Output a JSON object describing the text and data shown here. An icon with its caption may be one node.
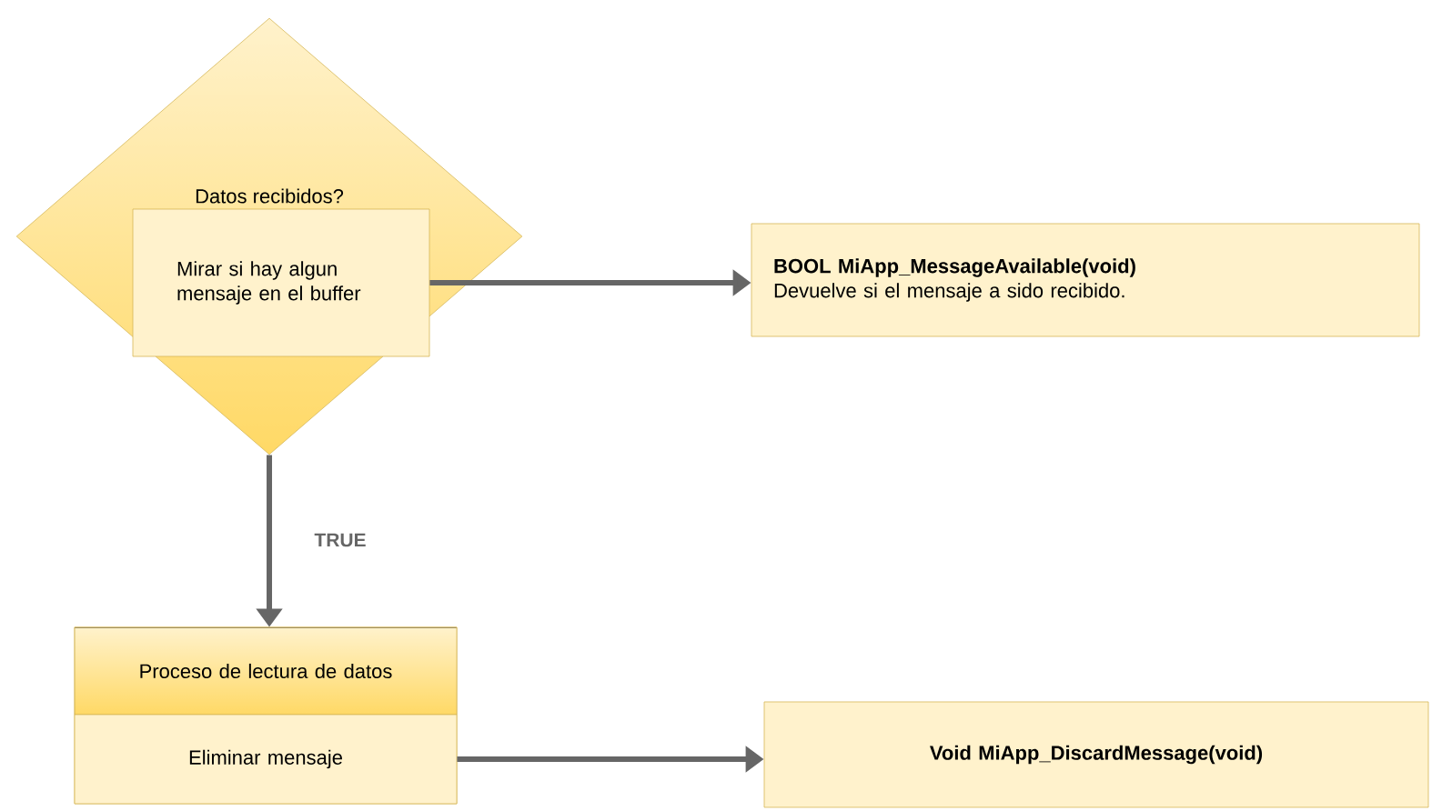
{
  "diagram": {
    "nodes": [
      {
        "text": [
          "Datos recibidos?"
        ]
      },
      {
        "text": [
          "Mirar si hay algun mensaje en el buffer"
        ],
        "in": 0
      },
      {
        "text": [
          "BOOL MiApp_MessageAvailable(void)",
          "Devuelve si el mensaje a sido recibido."
        ]
      },
      {
        "text": [
          "Proceso de lectura de datos"
        ]
      },
      {
        "text": [
          "Eliminar mensaje"
        ],
        "in": 3
      },
      {
        "text": [
          "Void MiApp_DiscardMessage(void)"
        ]
      }
    ],
    "edges": [
      {
        "from": 1,
        "to": 2,
        "arrow": "to"
      },
      {
        "from": 0,
        "to": 3,
        "arrow": "to",
        "label": "TRUE"
      },
      {
        "from": 4,
        "to": 5,
        "arrow": "to"
      }
    ]
  }
}
